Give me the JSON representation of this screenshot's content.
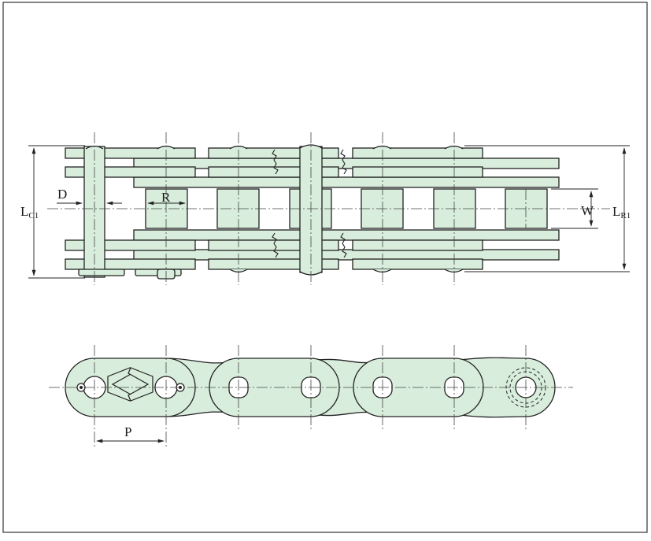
{
  "diagram": {
    "colors": {
      "fill": "#d8eddc",
      "stroke": "#222222",
      "background": "#ffffff"
    },
    "dimension_labels": {
      "lc1_main": "L",
      "lc1_sub": "C1",
      "lr1_main": "L",
      "lr1_sub": "R1",
      "d": "D",
      "r": "R",
      "w": "W",
      "p": "P"
    }
  }
}
